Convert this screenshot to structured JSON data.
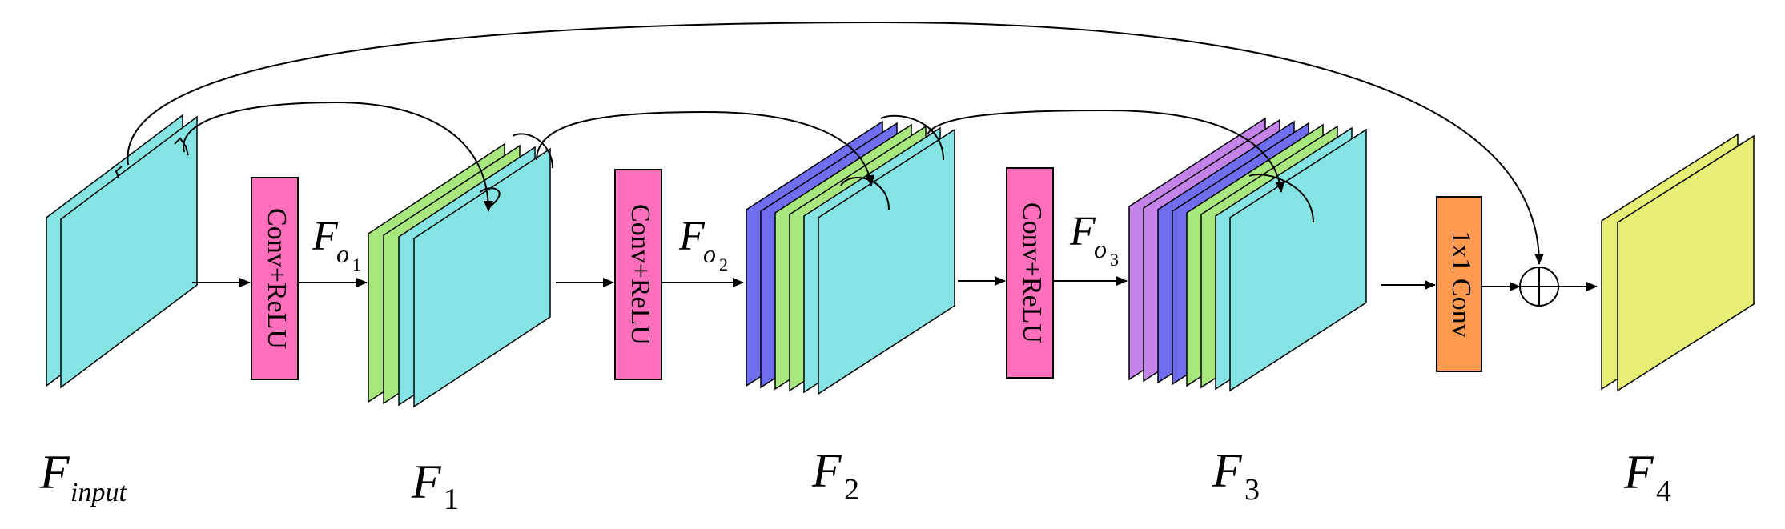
{
  "colors": {
    "cyan": "#86E3E3",
    "green": "#A8E67E",
    "blue": "#6E6EEE",
    "purple": "#C383E8",
    "yellow": "#E6EE76",
    "pink": "#FF6FBC",
    "orange": "#FF9A50"
  },
  "boxes": {
    "conv1": "Conv+ReLU",
    "conv2": "Conv+ReLU",
    "conv3": "Conv+ReLU",
    "conv1x1": "1x1 Conv"
  },
  "labels": {
    "f_input_main": "F",
    "f_input_sub": "input",
    "f1_main": "F",
    "f1_sub": "1",
    "f2_main": "F",
    "f2_sub": "2",
    "f3_main": "F",
    "f3_sub": "3",
    "f4_main": "F",
    "f4_sub": "4",
    "fo1_main": "F",
    "fo1_sub": "o",
    "fo1_subsub": "1",
    "fo2_main": "F",
    "fo2_sub": "o",
    "fo2_subsub": "2",
    "fo3_main": "F",
    "fo3_sub": "o",
    "fo3_subsub": "3"
  },
  "stacks": {
    "input": [
      "cyan",
      "cyan"
    ],
    "f1": [
      "green",
      "green",
      "cyan",
      "cyan"
    ],
    "f2": [
      "blue",
      "blue",
      "green",
      "green",
      "cyan",
      "cyan"
    ],
    "f3": [
      "purple",
      "purple",
      "blue",
      "blue",
      "green",
      "green",
      "cyan",
      "cyan"
    ],
    "f4": [
      "yellow",
      "yellow"
    ]
  }
}
